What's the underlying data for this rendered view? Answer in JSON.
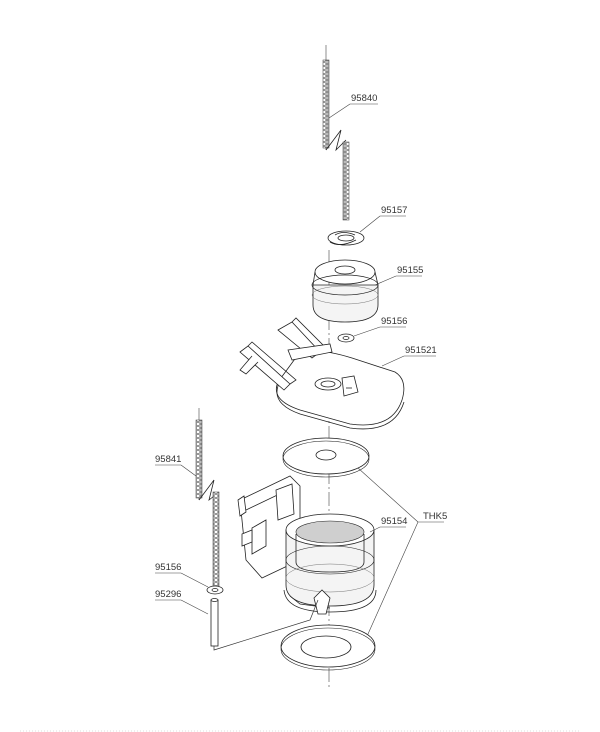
{
  "labels": {
    "p95840": "95840",
    "p95157": "95157",
    "p95155": "95155",
    "p95156_top": "95156",
    "p951521": "951521",
    "p95841": "95841",
    "p95154": "95154",
    "thk5": "THK5",
    "p95156_bottom": "95156",
    "p95296": "95296"
  }
}
